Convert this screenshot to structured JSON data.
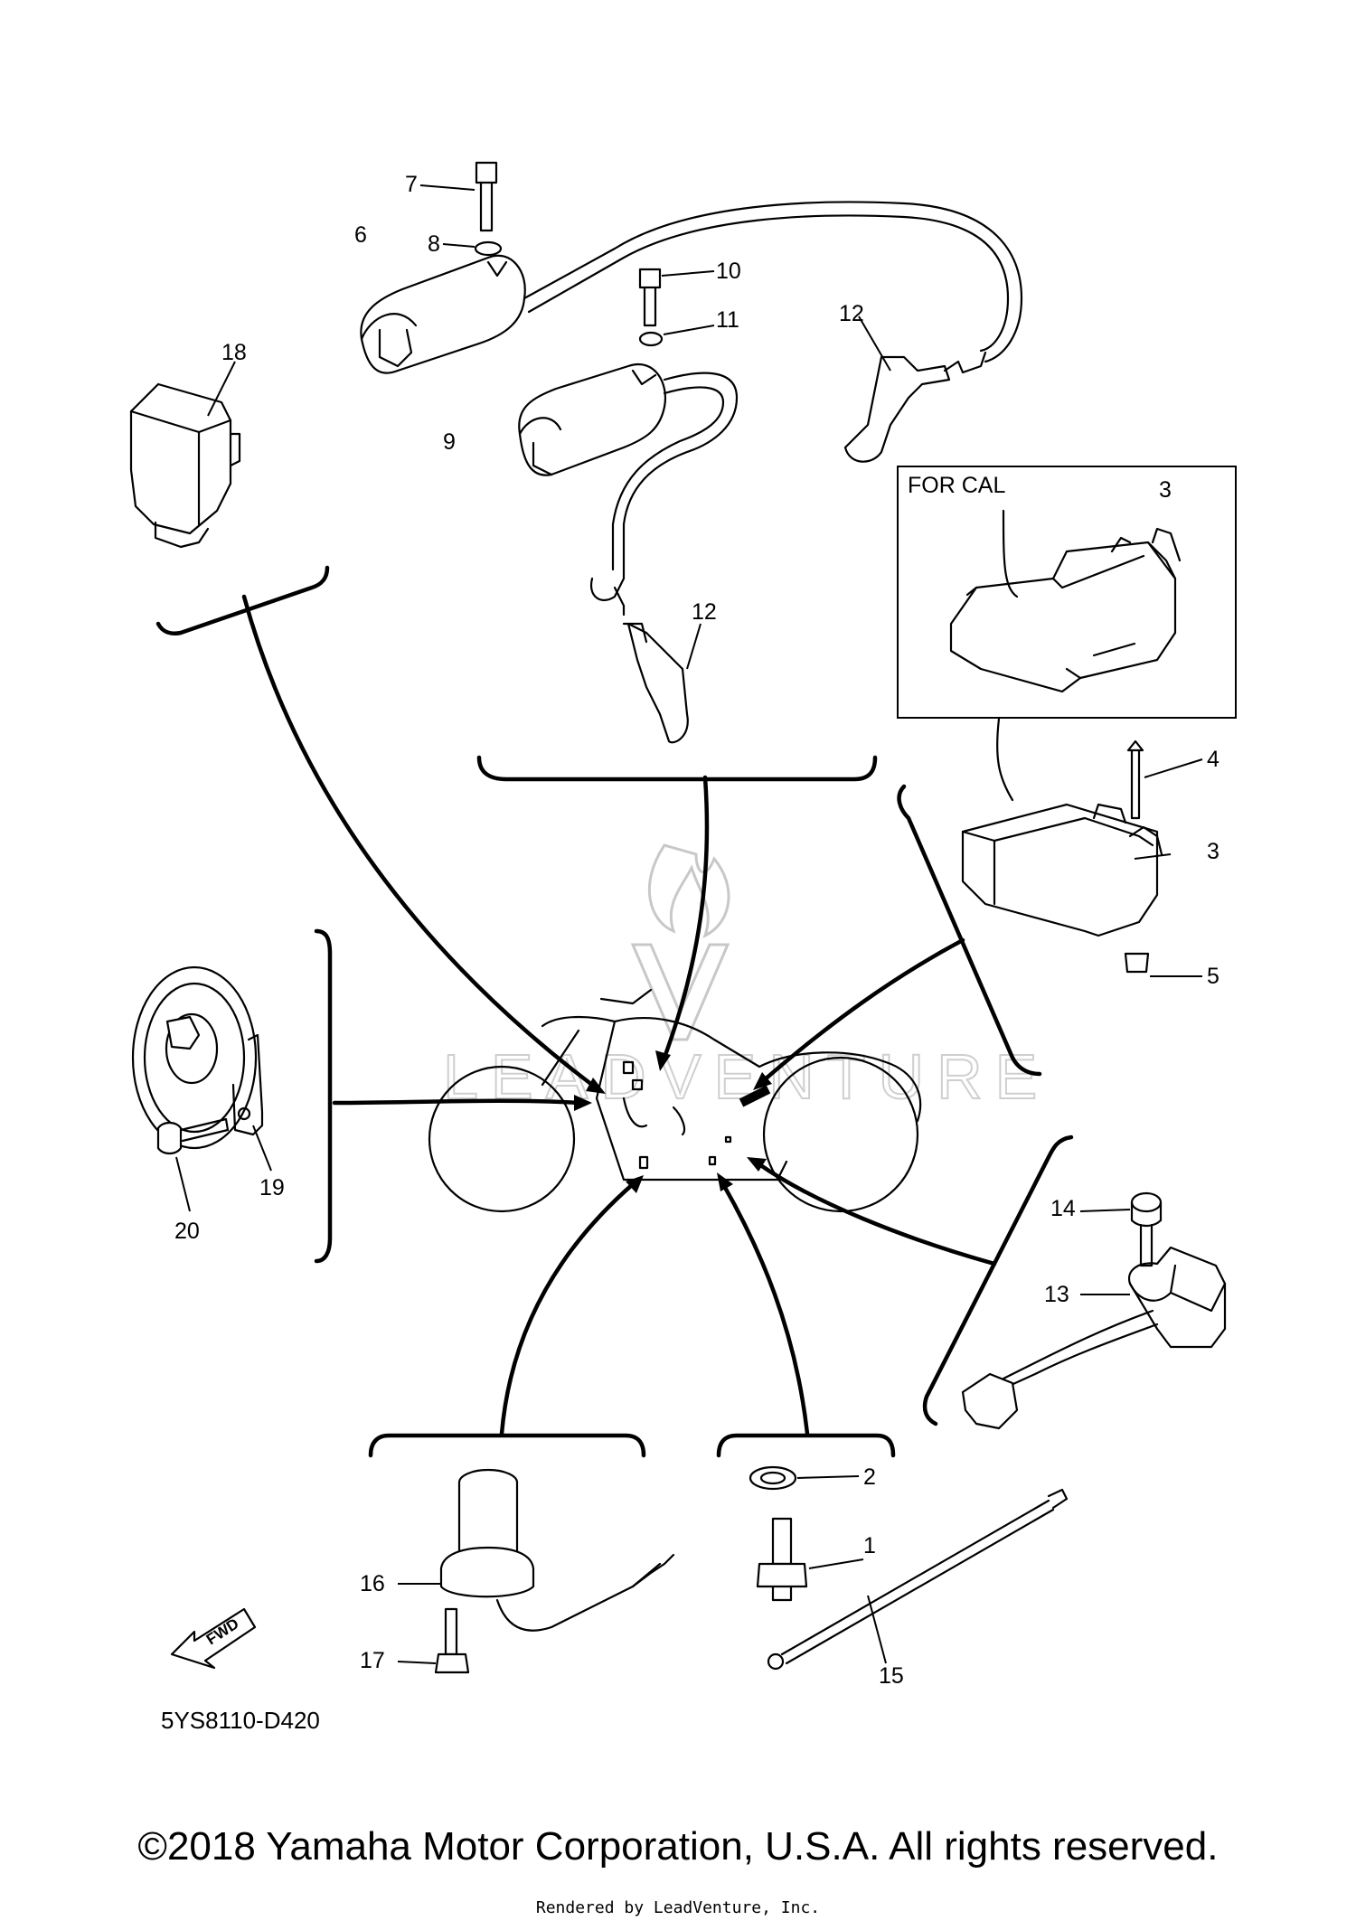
{
  "diagram": {
    "part_labels": {
      "p1": "1",
      "p2": "2",
      "p3a": "3",
      "p3b": "3",
      "p4": "4",
      "p5": "5",
      "p6": "6",
      "p7": "7",
      "p8": "8",
      "p9": "9",
      "p10": "10",
      "p11": "11",
      "p12a": "12",
      "p12b": "12",
      "p13": "13",
      "p14": "14",
      "p15": "15",
      "p16": "16",
      "p17": "17",
      "p18": "18",
      "p19": "19",
      "p20": "20"
    },
    "inset_label": "FOR CAL",
    "fwd_label": "FWD",
    "diagram_code": "5YS8110-D420",
    "watermark": "LEADVENTURE"
  },
  "footer": {
    "copyright": "©2018 Yamaha Motor Corporation, U.S.A. All rights reserved.",
    "rendered_by": "Rendered by LeadVenture, Inc."
  }
}
